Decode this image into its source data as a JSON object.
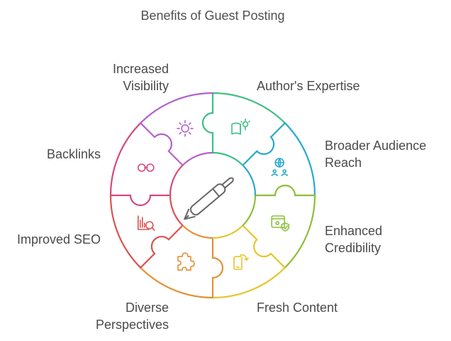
{
  "title": "Benefits of Guest Posting",
  "colors": {
    "authors_expertise": "#3dbf86",
    "broader_audience": "#27a9cf",
    "enhanced_credibility": "#8dbf3a",
    "fresh_content": "#e6c52d",
    "diverse_perspectives": "#e39136",
    "improved_seo": "#d9534f",
    "backlinks": "#d6497f",
    "increased_visibility": "#b361c9",
    "center": "#666666"
  },
  "segments": [
    {
      "key": "authors_expertise",
      "lines": [
        "Author's Expertise"
      ],
      "icon": "book-lightbulb-icon"
    },
    {
      "key": "broader_audience",
      "lines": [
        "Broader Audience",
        "Reach"
      ],
      "icon": "globe-people-icon"
    },
    {
      "key": "enhanced_credibility",
      "lines": [
        "Enhanced",
        "Credibility"
      ],
      "icon": "certificate-icon"
    },
    {
      "key": "fresh_content",
      "lines": [
        "Fresh Content"
      ],
      "icon": "mobile-refresh-icon"
    },
    {
      "key": "diverse_perspectives",
      "lines": [
        "Diverse",
        "Perspectives"
      ],
      "icon": "puzzle-piece-icon"
    },
    {
      "key": "improved_seo",
      "lines": [
        "Improved SEO"
      ],
      "icon": "chart-search-icon"
    },
    {
      "key": "backlinks",
      "lines": [
        "Backlinks"
      ],
      "icon": "link-icon"
    },
    {
      "key": "increased_visibility",
      "lines": [
        "Increased",
        "Visibility"
      ],
      "icon": "sun-icon"
    }
  ],
  "center_icon": "pen-icon"
}
